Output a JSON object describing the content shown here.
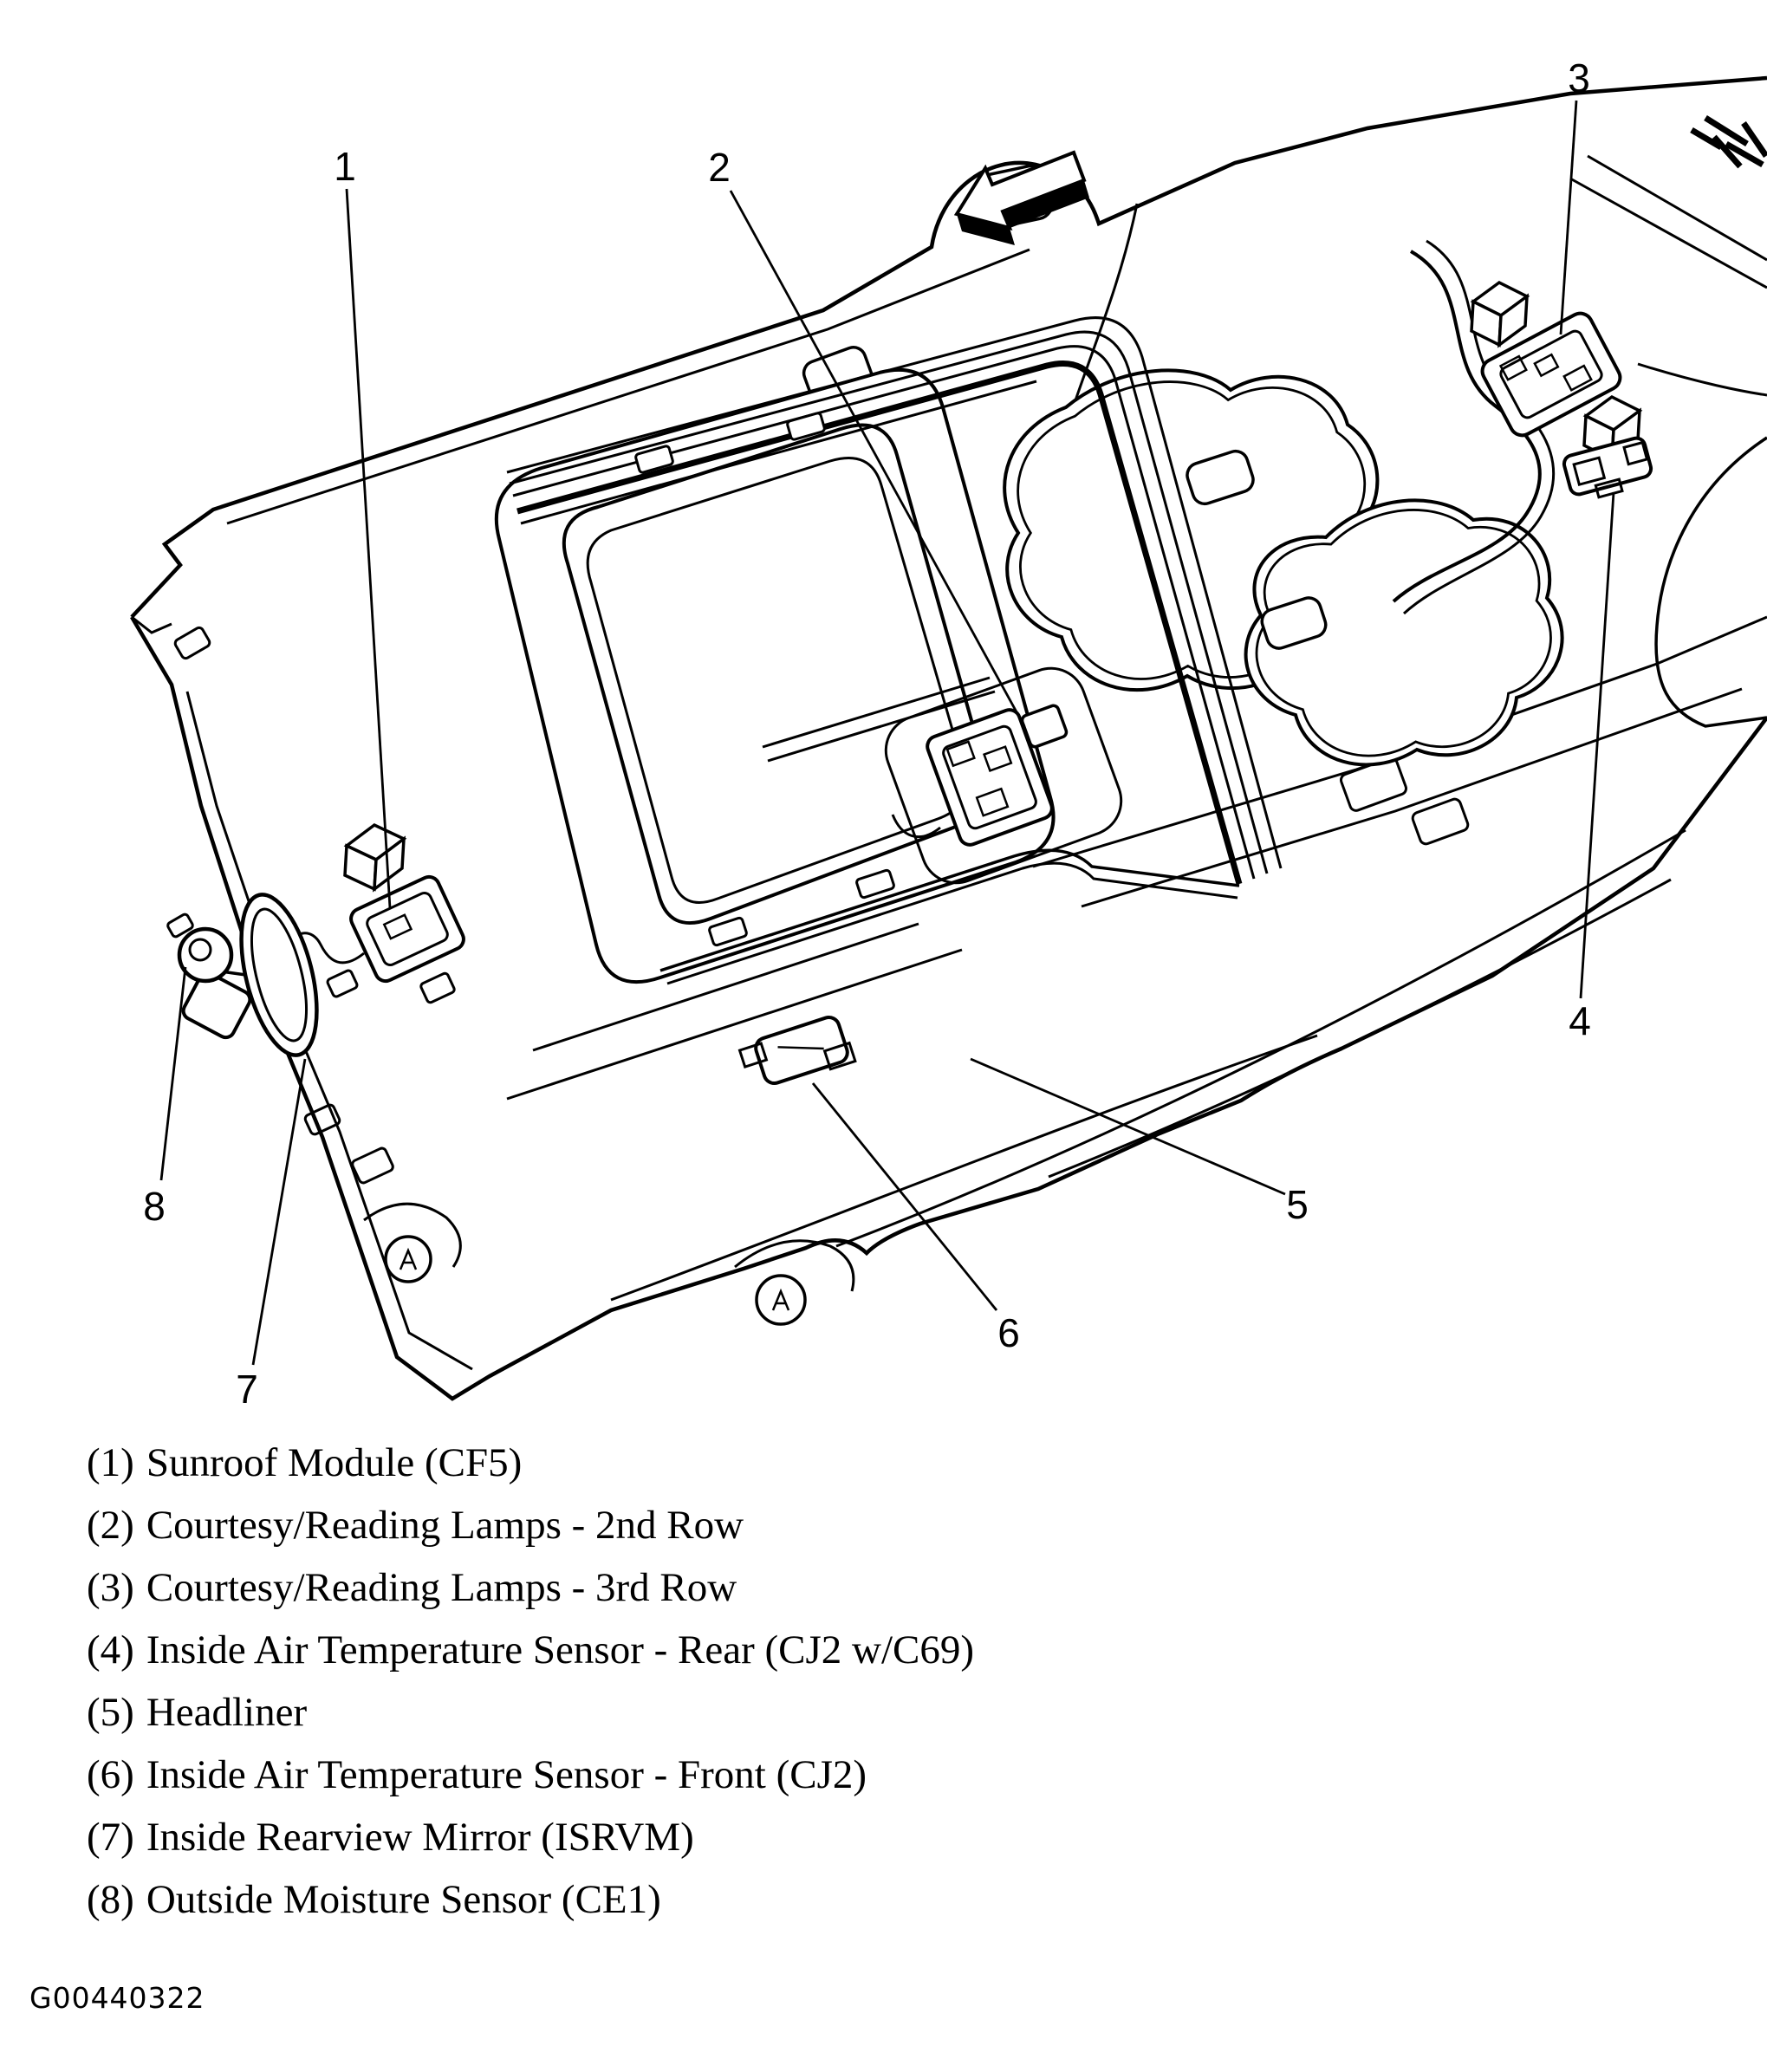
{
  "figure": {
    "id_code": "G00440322",
    "kind": "vehicle roof / headliner component locator line drawing",
    "direction_arrow": "block arrow pointing toward front of vehicle (lower-left)",
    "ink_color": "#000000",
    "paper_color": "#ffffff"
  },
  "callouts": [
    {
      "number": "1",
      "label": "Sunroof Module (CF5)"
    },
    {
      "number": "2",
      "label": "Courtesy/Reading Lamps - 2nd Row"
    },
    {
      "number": "3",
      "label": "Courtesy/Reading Lamps - 3rd Row"
    },
    {
      "number": "4",
      "label": "Inside Air Temperature Sensor - Rear (CJ2 w/C69)"
    },
    {
      "number": "5",
      "label": "Headliner"
    },
    {
      "number": "6",
      "label": "Inside Air Temperature Sensor - Front (CJ2)"
    },
    {
      "number": "7",
      "label": "Inside Rearview Mirror (ISRVM)"
    },
    {
      "number": "8",
      "label": "Outside Moisture Sensor (CE1)"
    }
  ],
  "legend": {
    "items": [
      {
        "num": "(1)",
        "text": "Sunroof Module (CF5)"
      },
      {
        "num": "(2)",
        "text": "Courtesy/Reading Lamps - 2nd Row"
      },
      {
        "num": "(3)",
        "text": "Courtesy/Reading Lamps - 3rd Row"
      },
      {
        "num": "(4)",
        "text": "Inside Air Temperature Sensor - Rear (CJ2 w/C69)"
      },
      {
        "num": "(5)",
        "text": "Headliner"
      },
      {
        "num": "(6)",
        "text": "Inside Air Temperature Sensor - Front (CJ2)"
      },
      {
        "num": "(7)",
        "text": "Inside Rearview Mirror (ISRVM)"
      },
      {
        "num": "(8)",
        "text": "Outside Moisture Sensor (CE1)"
      }
    ]
  }
}
